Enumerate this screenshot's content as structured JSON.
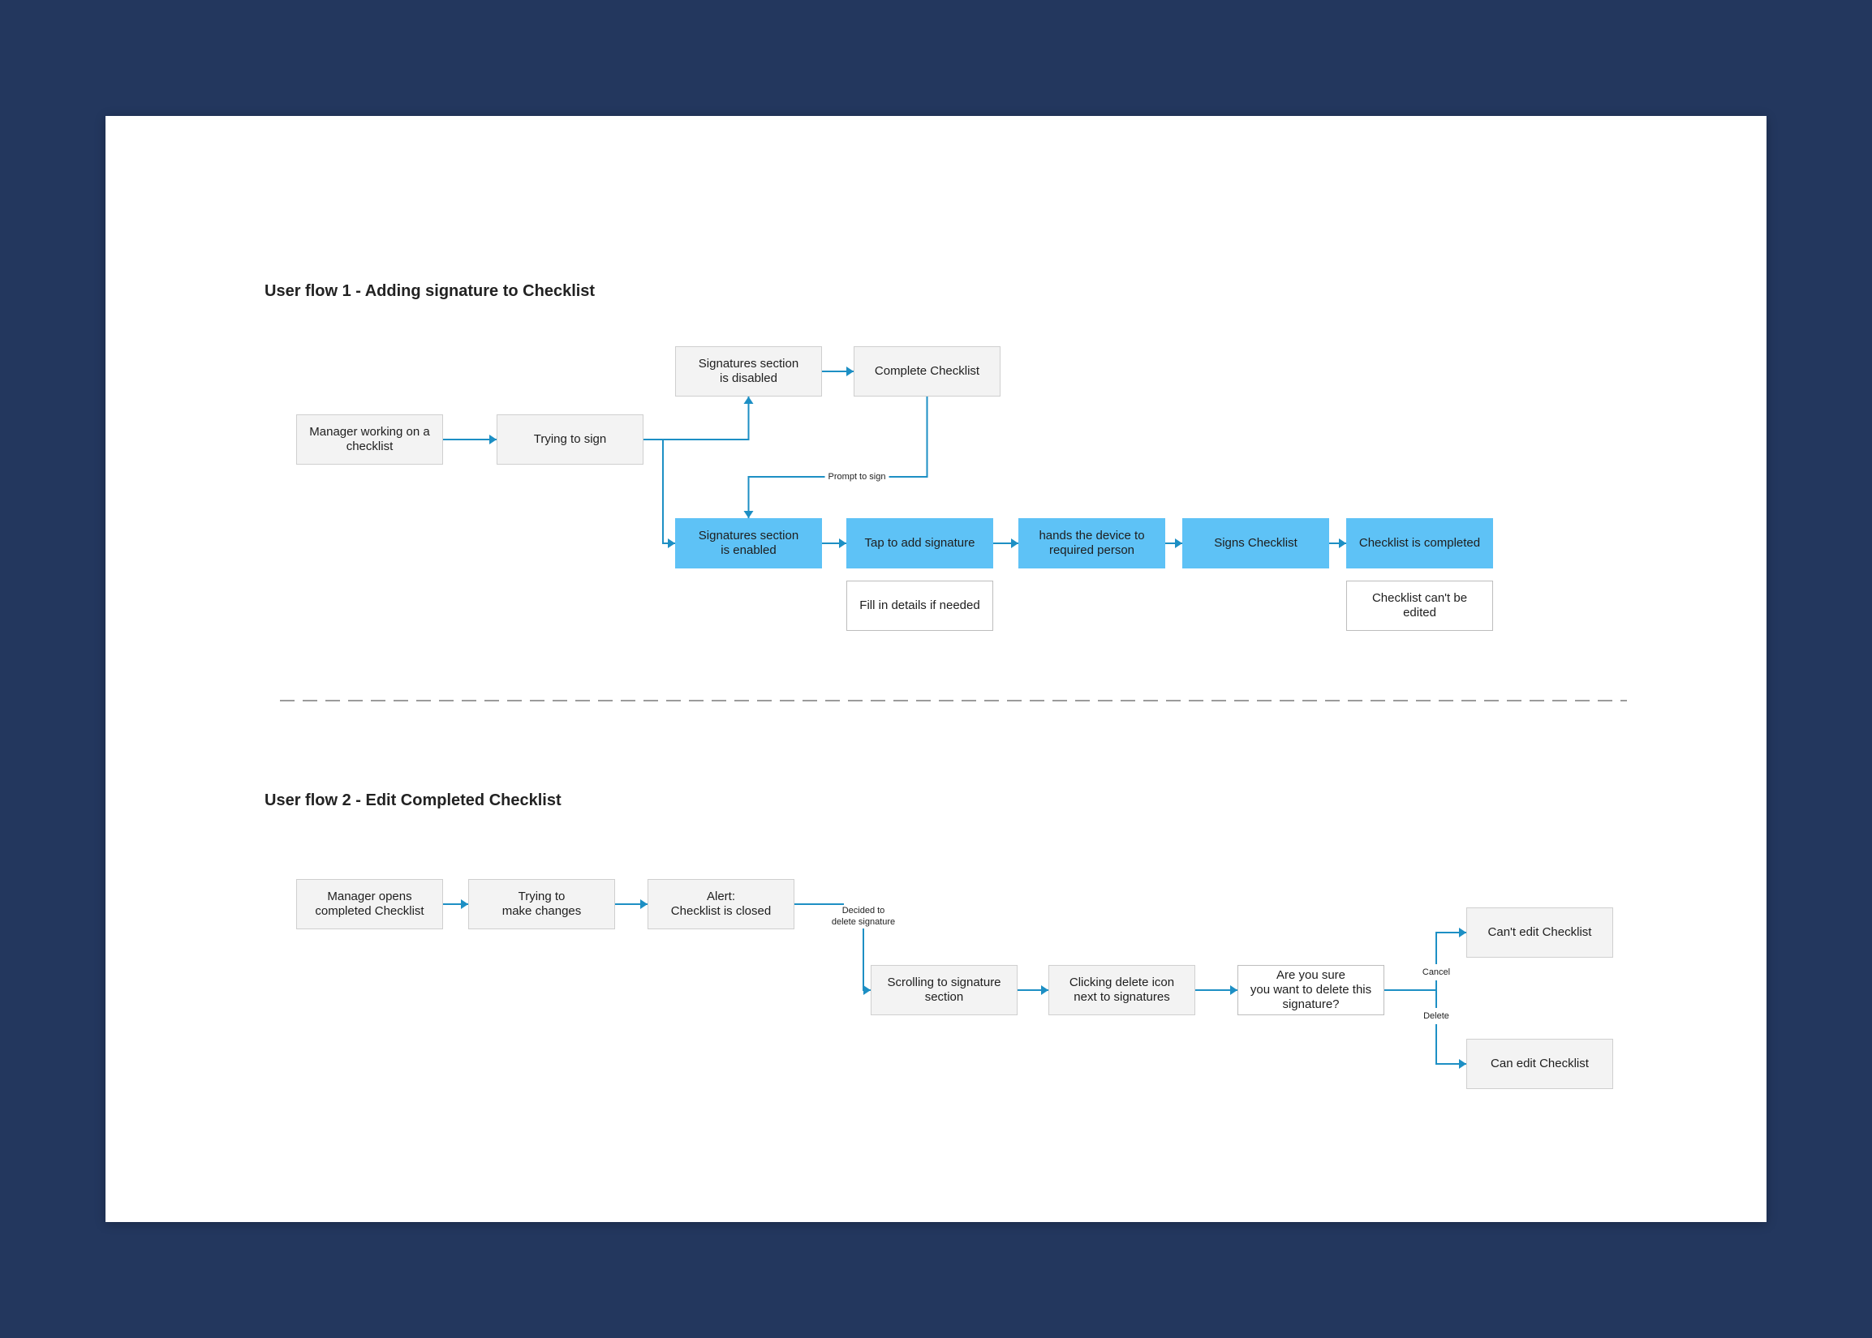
{
  "flow1": {
    "title": "User flow 1 - Adding signature to Checklist",
    "nodes": {
      "manager_working": "Manager working on a\nchecklist",
      "trying_to_sign": "Trying to sign",
      "sig_disabled": "Signatures section\nis disabled",
      "complete_checklist": "Complete Checklist",
      "sig_enabled": "Signatures section\nis enabled",
      "tap_add_signature": "Tap to add signature",
      "hands_device": "hands the device to\nrequired person",
      "signs_checklist": "Signs Checklist",
      "checklist_completed": "Checklist is completed",
      "fill_details": "Fill in details if needed",
      "cant_be_edited": "Checklist can't be\nedited"
    },
    "edge_labels": {
      "prompt_to_sign": "Prompt to sign"
    }
  },
  "flow2": {
    "title": "User flow 2 - Edit Completed Checklist",
    "nodes": {
      "manager_opens": "Manager opens\ncompleted Checklist",
      "trying_changes": "Trying to\nmake changes",
      "alert_closed": "Alert:\nChecklist is closed",
      "scrolling": "Scrolling to signature\nsection",
      "clicking_delete": "Clicking delete icon\nnext to signatures",
      "are_you_sure": "Are you sure\nyou want to delete this\nsignature?",
      "cant_edit": "Can't edit Checklist",
      "can_edit": "Can edit Checklist"
    },
    "edge_labels": {
      "decided_delete": "Decided to\ndelete signature",
      "cancel": "Cancel",
      "delete": "Delete"
    }
  },
  "colors": {
    "page_background": "#23375e",
    "canvas": "#ffffff",
    "node_gray": "#f3f3f3",
    "node_blue": "#5ec2f6",
    "connector": "#1d8fc4",
    "divider": "#7a7a7a"
  }
}
